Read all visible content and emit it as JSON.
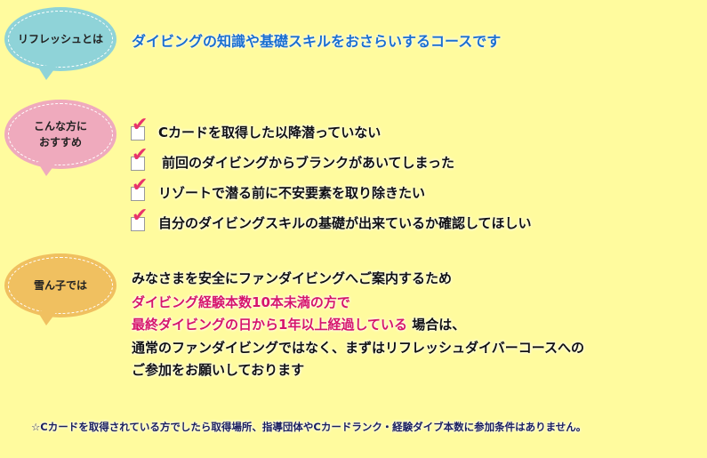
{
  "section1": {
    "label": "リフレッシュとは",
    "text": "ダイビングの知識や基礎スキルをおさらいするコースです",
    "color": "#8fd3d8"
  },
  "section2": {
    "label_line1": "こんな方に",
    "label_line2": "おすすめ",
    "color": "#efaabd",
    "items": [
      "Cカードを取得した以降潜っていない",
      "前回のダイビングからブランクがあいてしまった",
      "リゾートで潜る前に不安要素を取り除きたい",
      "自分のダイビングスキルの基礎が出来ているか確認してほしい"
    ]
  },
  "section3": {
    "label": "雪ん子では",
    "color": "#f0c060",
    "line1": "みなさまを安全にファンダイビングへご案内するため",
    "line2": "ダイビング経験本数10本未満の方で",
    "line3_pink": "最終ダイビングの日から1年以上経過している",
    "line3_rest": " 場合は、",
    "line4": "通常のファンダイビングではなく、まずはリフレッシュダイバーコースへの",
    "line5": "ご参加をお願いしております"
  },
  "footnote": "☆Cカードを取得されている方でしたら取得場所、指導団体やCカードランク・経験ダイブ本数に参加条件はありません。"
}
